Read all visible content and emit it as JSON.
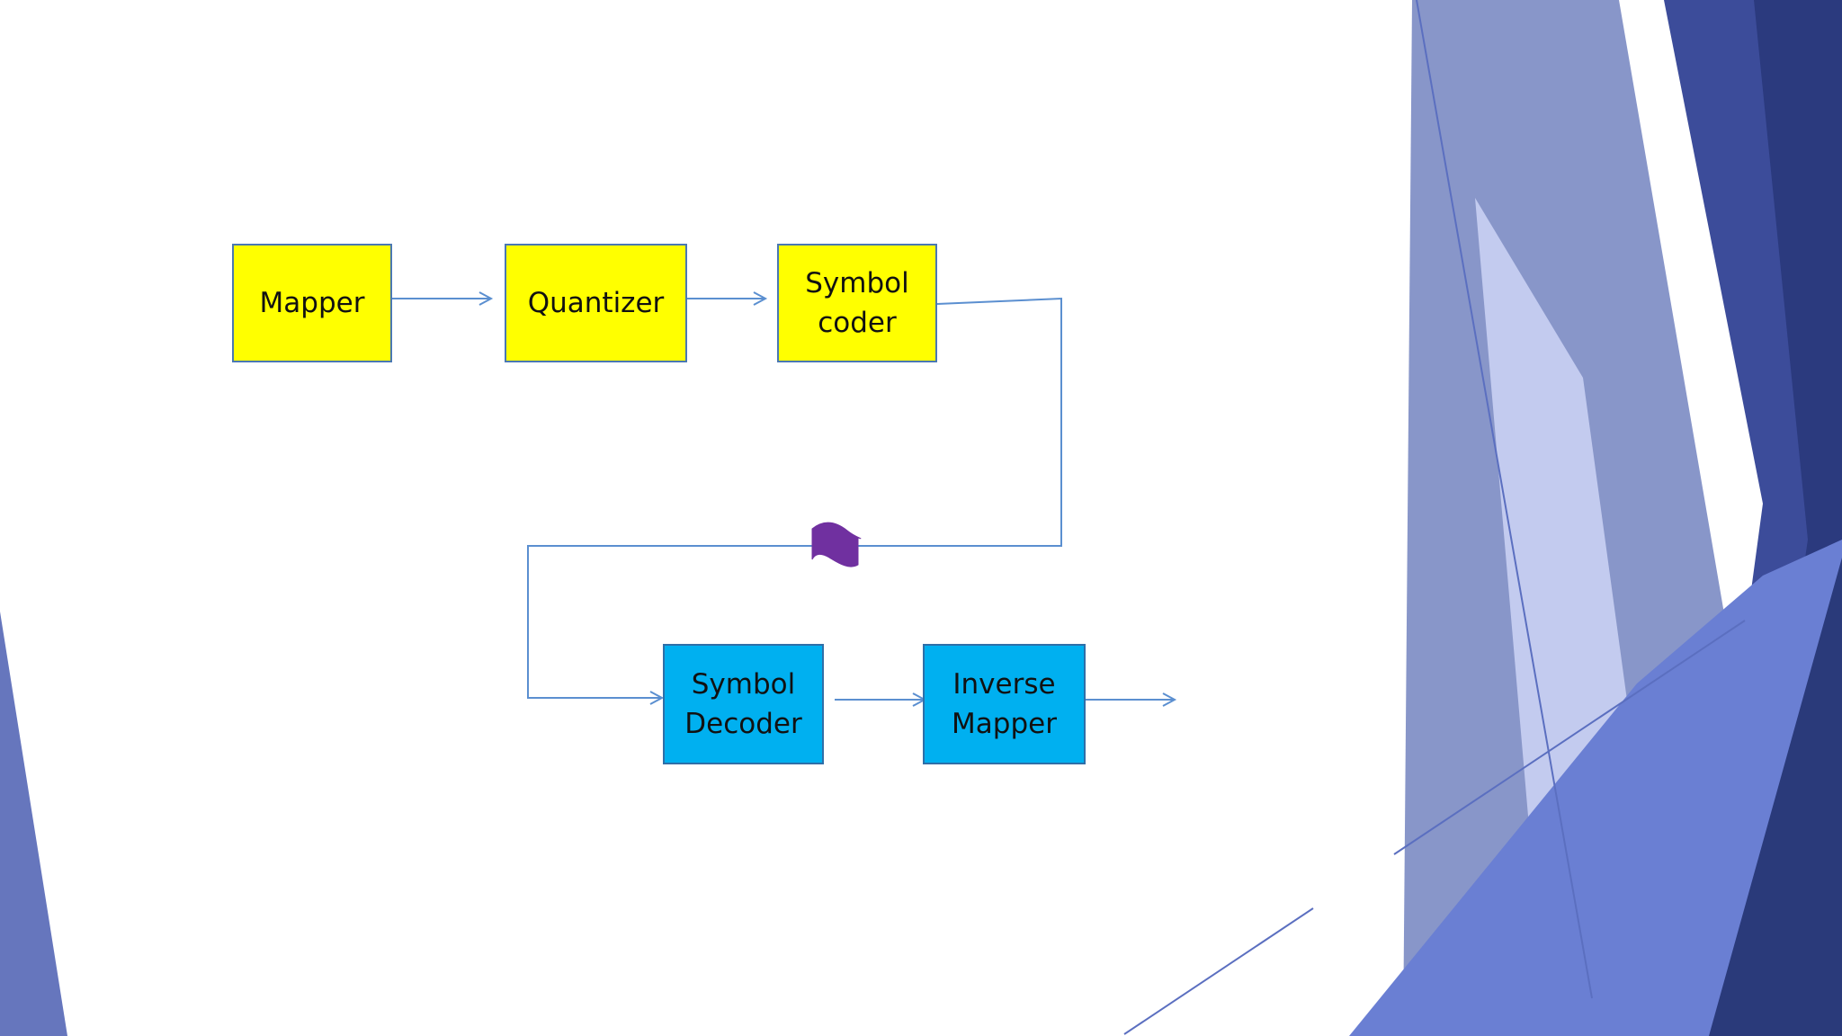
{
  "diagram": {
    "encoder_blocks": [
      {
        "label": "Mapper"
      },
      {
        "label": "Quantizer"
      },
      {
        "label": "Symbol\ncoder"
      }
    ],
    "decoder_blocks": [
      {
        "label": "Symbol\nDecoder"
      },
      {
        "label": "Inverse\nMapper"
      }
    ],
    "channel_symbol": "flag-icon"
  },
  "colors": {
    "encoder_fill": "#ffff00",
    "decoder_fill": "#00b0f0",
    "connector": "#5b8fd0",
    "channel_flag": "#7030a0",
    "decor_dark": "#2b3a7e",
    "decor_mid": "#6c7fc6",
    "decor_light": "#b9c2e8"
  }
}
